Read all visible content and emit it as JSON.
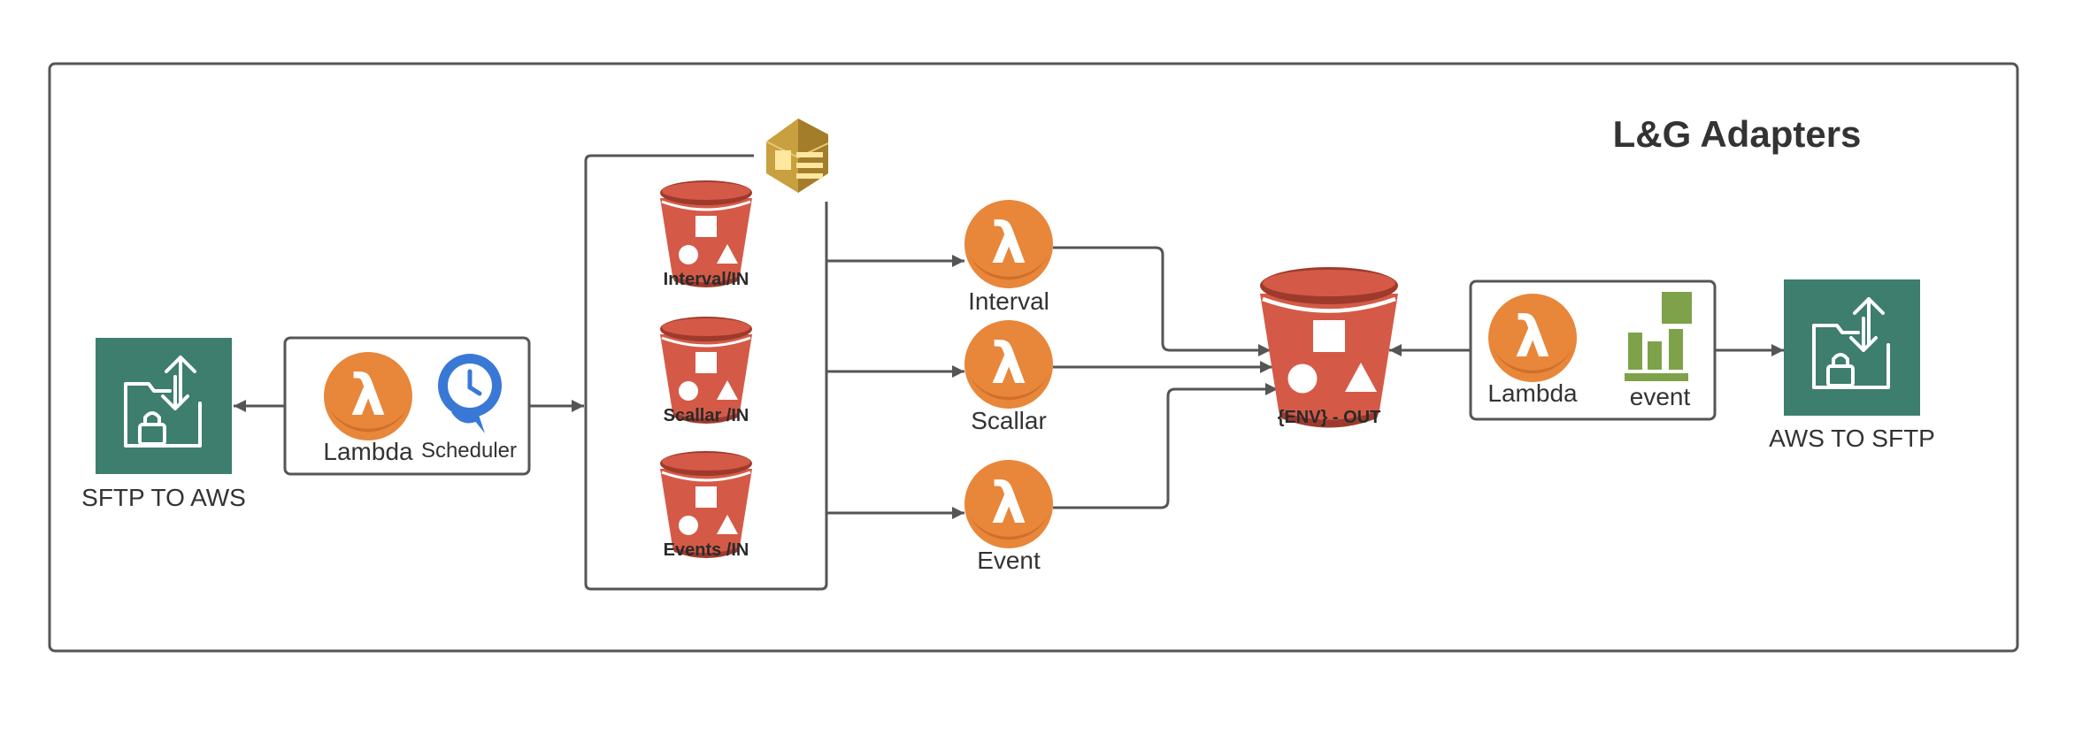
{
  "diagram": {
    "title": "L&G Adapters",
    "colors": {
      "frame": "#555555",
      "arrow": "#555555",
      "transfer_family": "#3d7e6e",
      "lambda": "#e8863a",
      "bucket": "#d45a47",
      "bucket_dark": "#9e3a2c",
      "scheduler": "#3a78d6",
      "sqs": "#c9a040",
      "metric": "#7ea24a"
    },
    "nodes": {
      "sftp_to_aws": {
        "label": "SFTP TO AWS",
        "icon": "transfer-family-icon"
      },
      "ingest_lambda": {
        "label": "Lambda",
        "icon": "lambda-icon"
      },
      "scheduler": {
        "label": "Scheduler",
        "icon": "scheduler-clock-icon"
      },
      "queue": {
        "icon": "sqs-queue-icon"
      },
      "bucket_interval_in": {
        "label": "Interval/IN",
        "icon": "s3-bucket-icon"
      },
      "bucket_scallar_in": {
        "label": "Scallar /IN",
        "icon": "s3-bucket-icon"
      },
      "bucket_events_in": {
        "label": "Events /IN",
        "icon": "s3-bucket-icon"
      },
      "lambda_interval": {
        "label": "Interval",
        "icon": "lambda-icon"
      },
      "lambda_scallar": {
        "label": "Scallar",
        "icon": "lambda-icon"
      },
      "lambda_event": {
        "label": "Event",
        "icon": "lambda-icon"
      },
      "bucket_env_out": {
        "label": "{ENV} - OUT",
        "icon": "s3-bucket-icon"
      },
      "export_lambda": {
        "label": "Lambda",
        "icon": "lambda-icon"
      },
      "event_metric": {
        "label": "event",
        "icon": "event-metric-icon"
      },
      "aws_to_sftp": {
        "label": "AWS TO SFTP",
        "icon": "transfer-family-icon"
      }
    }
  }
}
